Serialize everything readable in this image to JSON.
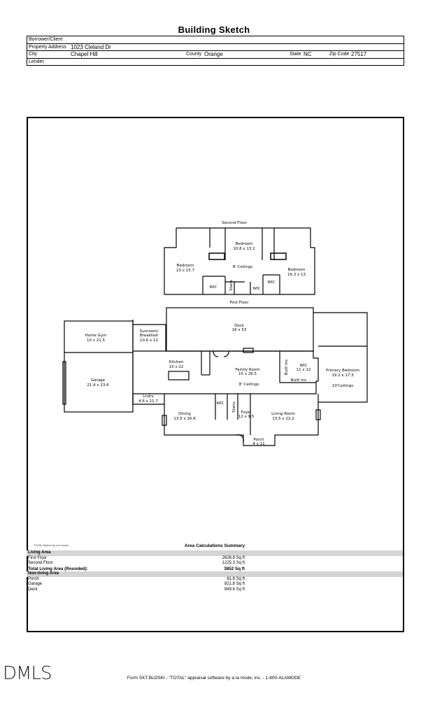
{
  "document": {
    "title": "Building Sketch",
    "header": {
      "borrower_label": "Borrower/Client",
      "borrower_value": "",
      "address_label": "Property Address",
      "address_value": "1023 Cleland Dr",
      "city_label": "City",
      "city_value": "Chapel Hill",
      "county_label": "County",
      "county_value": "Orange",
      "state_label": "State",
      "state_value": "NC",
      "zip_label": "Zip Code",
      "zip_value": "27517",
      "lender_label": "Lender",
      "lender_value": ""
    }
  },
  "sketch": {
    "second_floor_label": "Second Floor",
    "first_floor_label": "First Floor",
    "rooms": {
      "bedroom_a": {
        "name": "Bedroom",
        "dims": "10.8 x 13.2"
      },
      "bedroom_b": {
        "name": "Bedroom",
        "dims": "23 x 15.7"
      },
      "bedroom_c": {
        "name": "Bedroom",
        "dims": "16.3 x 13"
      },
      "second_ceilings": "8' Ceilings",
      "wic_1": "WIC",
      "wic_2": "WIC",
      "wic_3": "WIC",
      "stairs_up": "Stairs",
      "home_gym": {
        "name": "Home Gym",
        "dims": "10 x 21.5"
      },
      "sunroom": {
        "name": "Sunroom/",
        "name2": "Breakfast",
        "dims": "10.6 x 12"
      },
      "deck": {
        "name": "Deck",
        "dims": "16 x 53"
      },
      "kitchen": {
        "name": "Kitchen",
        "dims": "15 x 22"
      },
      "garage": {
        "name": "Garage",
        "dims": "21.4 x 23.6"
      },
      "family_room": {
        "name": "Family Room",
        "dims": "15 x 26.5"
      },
      "first_ceilings": "8' Ceilings",
      "built_ins_v": "Built Ins",
      "built_ins_h": "Built Ins",
      "wic_primary": {
        "name": "WIC",
        "dims": "11 x 12"
      },
      "primary_bedroom": {
        "name": "Primary Bedroom",
        "dims": "19.2 x 17.3"
      },
      "primary_ceilings": "10'Ceilings",
      "laundry": {
        "name": "Lndry",
        "dims": "4.6 x 11.7"
      },
      "dining": {
        "name": "Dining",
        "dims": "13.5 x 16.6"
      },
      "wic_first": "WIC",
      "stairs_first": "Stairs",
      "foyer": {
        "name": "Foyer",
        "dims": "12 x 9.5"
      },
      "living_room": {
        "name": "Living Room",
        "dims": "13.5 x 22.2"
      },
      "porch": {
        "name": "Porch",
        "dims": "4 x 11"
      }
    }
  },
  "summary": {
    "credit": "TOTAL Sketch by a la mode",
    "title": "Area Calculations Summary",
    "living_header": "Living Area",
    "living": [
      {
        "label": "First Floor",
        "value": "2626.8 Sq ft"
      },
      {
        "label": "Second Floor",
        "value": "1225.3 Sq ft"
      }
    ],
    "total_label": "Total Living Area (Rounded):",
    "total_value": "3852 Sq ft",
    "nonliving_header": "Non-living Area",
    "nonliving": [
      {
        "label": "Porch",
        "value": "61.8 Sq ft"
      },
      {
        "label": "Garage",
        "value": "821.8 Sq ft"
      },
      {
        "label": "Deck",
        "value": "849.6 Sq ft"
      }
    ]
  },
  "footer": {
    "logo": "DMLS",
    "form_text": "Form SKT.BLDSKI - \"TOTAL\" appraisal software by a la mode, inc. - 1-800-ALAMODE"
  }
}
